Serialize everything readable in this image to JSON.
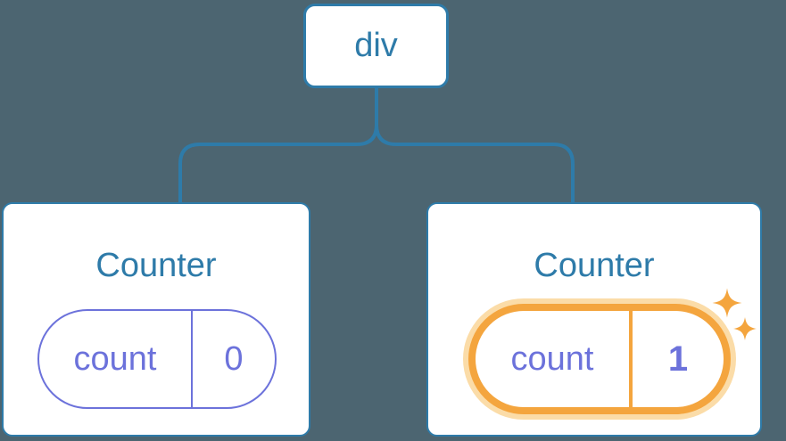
{
  "colors": {
    "bg": "#4C6571",
    "blue": "#2E7BA9",
    "purple": "#6C72DB",
    "orange": "#F4A53E",
    "glow": "#FBDCA8",
    "card": "#FFFFFF"
  },
  "tree": {
    "root": {
      "label": "div"
    },
    "children": [
      {
        "title": "Counter",
        "state": {
          "name": "count",
          "value": "0"
        },
        "highlighted": false
      },
      {
        "title": "Counter",
        "state": {
          "name": "count",
          "value": "1"
        },
        "highlighted": true
      }
    ]
  }
}
